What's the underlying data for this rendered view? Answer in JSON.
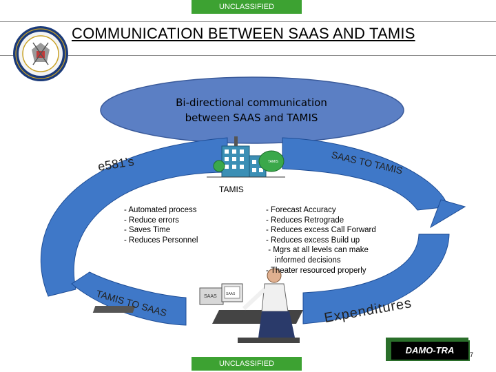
{
  "banner": {
    "top": "UNCLASSIFIED",
    "bottom": "UNCLASSIFIED"
  },
  "title": "COMMUNICATION BETWEEN SAAS AND TAMIS",
  "ellipse_text": {
    "line1": "Bi-directional communication",
    "line2": "between SAAS and TAMIS"
  },
  "arrows": {
    "top_left": "e581’s",
    "top_right": "SAAS TO TAMIS",
    "bottom_left": "TAMIS TO SAAS",
    "bottom_right": "Expenditures"
  },
  "building": {
    "caption": "TAMIS",
    "tree_label": "TAMIS"
  },
  "monitors": {
    "left": "SAAS",
    "right": "SAAS"
  },
  "left_list": [
    "- Automated process",
    "- Reduce errors",
    "- Saves Time",
    "- Reduces Personnel"
  ],
  "right_list": [
    "- Forecast Accuracy",
    "- Reduces Retrograde",
    "- Reduces excess Call Forward",
    "- Reduces excess Build up",
    " - Mgrs at all levels can make",
    "    informed decisions",
    "- Theater resourced properly"
  ],
  "logo": "DAMO-TRA",
  "page_number": "7",
  "colors": {
    "banner": "#3da232",
    "ellipse": "#5b7fc4",
    "arrow": "#3f78c8",
    "building": "#3b8fb5",
    "tree": "#3aa84a"
  }
}
